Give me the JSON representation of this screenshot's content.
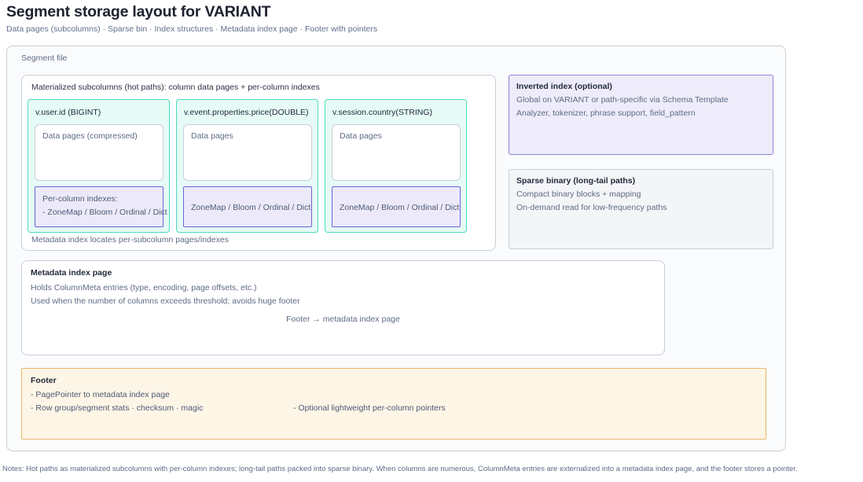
{
  "header": {
    "title": "Segment storage layout for VARIANT",
    "subtitle": "Data pages (subcolumns) · Sparse bin · Index structures · Metadata index page · Footer with pointers"
  },
  "segment_file": {
    "label": "Segment file"
  },
  "materialized": {
    "title": "Materialized subcolumns (hot paths): column data pages + per-column indexes",
    "footer_note": "Metadata index locates per-subcolumn pages/indexes",
    "subcolumns": [
      {
        "title": "v.user.id (BIGINT)",
        "pages_label": "Data pages (compressed)",
        "index_line1": "Per-column indexes:",
        "index_line2": "- ZoneMap / Bloom / Ordinal / Dict",
        "index_centered": false
      },
      {
        "title": "v.event.properties.price(DOUBLE)",
        "pages_label": "Data pages",
        "index_line1": "ZoneMap / Bloom / Ordinal / Dict",
        "index_line2": "",
        "index_centered": true
      },
      {
        "title": "v.session.country(STRING)",
        "pages_label": "Data pages",
        "index_line1": "ZoneMap / Bloom / Ordinal / Dict",
        "index_line2": "",
        "index_centered": true
      }
    ]
  },
  "inverted_index": {
    "title": "Inverted index (optional)",
    "line1": "Global on VARIANT or path-specific via Schema Template",
    "line2": "Analyzer, tokenizer, phrase support, field_pattern"
  },
  "sparse_binary": {
    "title": "Sparse binary (long-tail paths)",
    "line1": "Compact binary blocks + mapping",
    "line2": "On-demand read for low-frequency paths"
  },
  "metadata_index_page": {
    "title": "Metadata index page",
    "line1": "Holds ColumnMeta entries (type, encoding, page offsets, etc.)",
    "line2": "Used when the number of columns exceeds threshold; avoids huge footer",
    "arrow_label": "Footer → metadata index page"
  },
  "footer_block": {
    "title": "Footer",
    "line1": "- PagePointer to metadata index page",
    "line2": "- Row group/segment stats · checksum · magic",
    "line3": "- Optional lightweight per-column pointers"
  },
  "notes": "Notes: Hot paths as materialized subcolumns with per-column indexes; long-tail paths packed into sparse binary. When columns are numerous, ColumnMeta entries are externalized into a metadata index page, and the footer stores a pointer.",
  "colors": {
    "subcolumn_border": "#49dbbd",
    "subcolumn_fill": "#e6fbf5",
    "index_border": "#6c63d8",
    "index_fill": "#eceaf9",
    "inverted_border": "#8b84dd",
    "inverted_fill": "#eeecfa",
    "footer_border": "#e8b86b",
    "footer_fill": "#fdf5e6",
    "neutral_border": "#c9ced8",
    "text_muted": "#5e6b85",
    "text_strong": "#232a3b"
  }
}
